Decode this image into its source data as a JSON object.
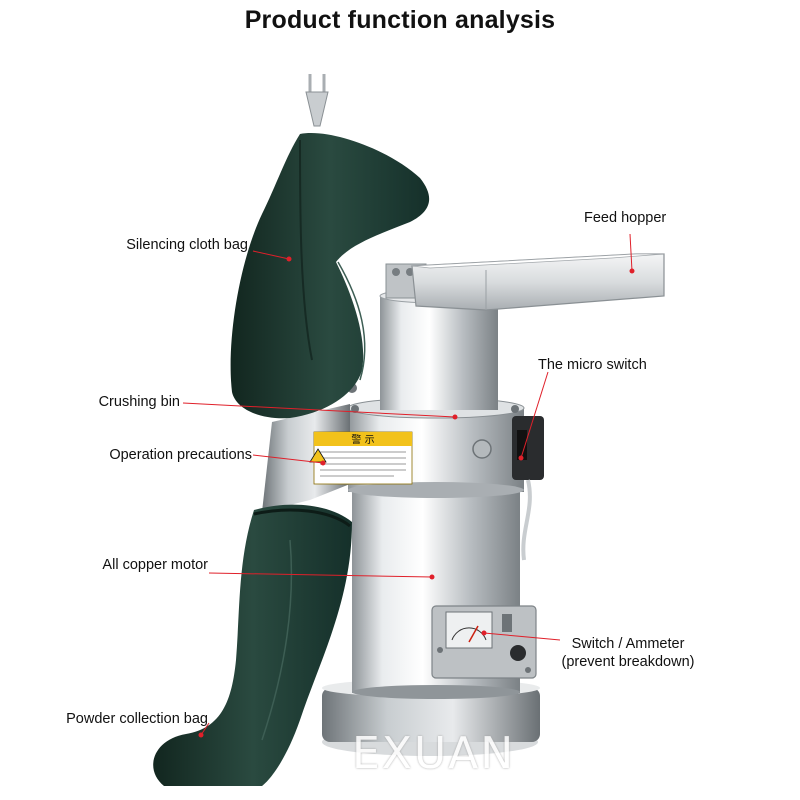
{
  "title": "Product function analysis",
  "labels": {
    "silencing_bag": "Silencing cloth bag",
    "crushing_bin": "Crushing bin",
    "operation_precautions": "Operation precautions",
    "motor": "All copper motor",
    "powder_bag": "Powder collection bag",
    "feed_hopper": "Feed hopper",
    "micro_switch": "The micro switch",
    "switch_ammeter_line1": "Switch / Ammeter",
    "switch_ammeter_line2": "(prevent breakdown)"
  },
  "warning_sticker": {
    "heading": "警 示"
  },
  "watermark": "EXUAN",
  "colors": {
    "bag": "#1f3b32",
    "steel": "#c9cdd0",
    "warning": "#f2c21b",
    "leader": "#e0202a"
  }
}
